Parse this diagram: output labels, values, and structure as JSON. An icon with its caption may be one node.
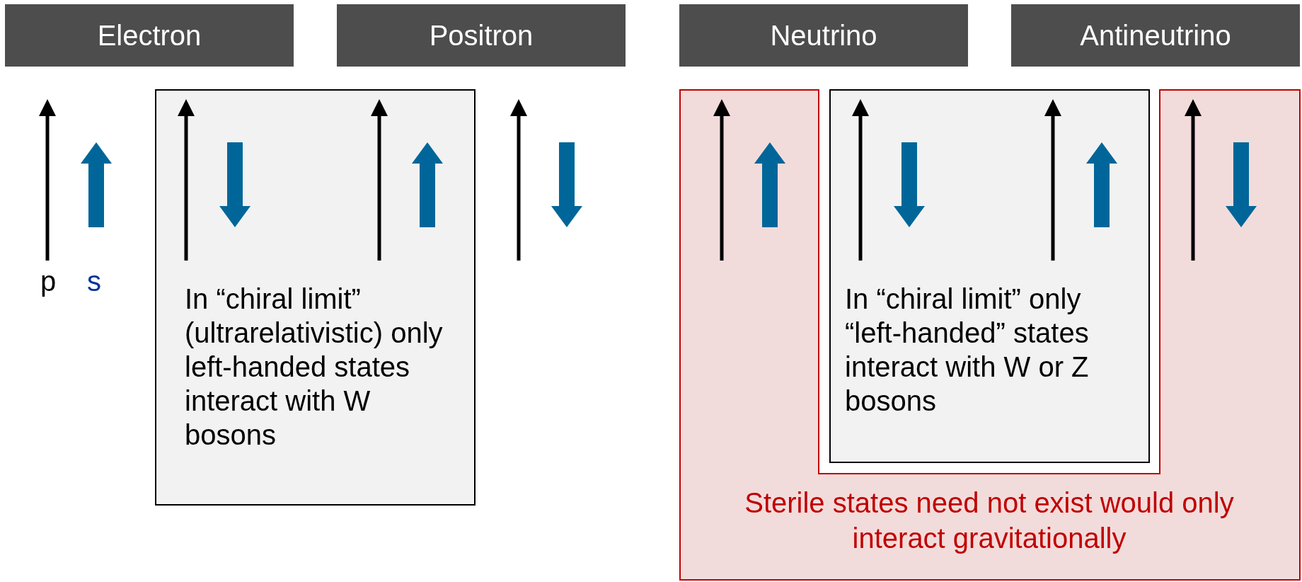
{
  "diagram": {
    "nodes": [
      {
        "text": [
          "Electron"
        ]
      },
      {
        "text": [
          "Positron"
        ]
      },
      {
        "text": [
          "Neutrino"
        ]
      },
      {
        "text": [
          "Antineutrino"
        ]
      },
      {
        "text": [
          "In “chiral limit” (ultrarelativistic) only left-handed states interact with W bosons"
        ]
      },
      {
        "text": [
          "Sterile states need not exist would only interact gravitationally"
        ]
      },
      {
        "text": [
          "In “chiral limit” only “left-handed” states interact with W or Z bosons"
        ]
      }
    ],
    "edges": [],
    "labels": [
      "p",
      "s"
    ]
  }
}
